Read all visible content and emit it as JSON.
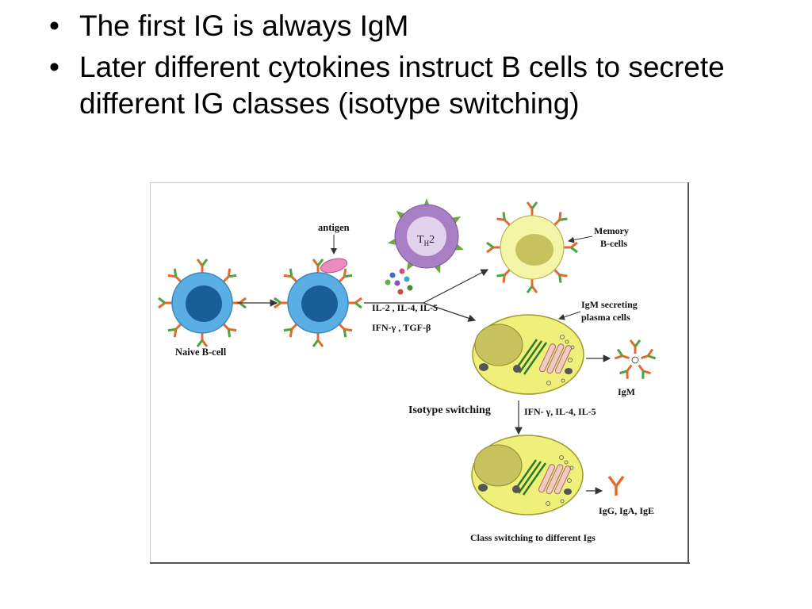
{
  "slide": {
    "bullets": [
      {
        "marker": "•",
        "text": "The first IG is always IgM"
      },
      {
        "marker": "•",
        "text": "Later different cytokines instruct B cells to secrete different IG classes (isotype switching)"
      }
    ]
  },
  "figure": {
    "antigen": "antigen",
    "th2_main": "T",
    "th2_sub": "H",
    "th2_num": "2",
    "naive": "Naive B-cell",
    "cytokines_line1": "IL-2 , IL-4, IL-5",
    "cytokines_line2": "IFN-γ , TGF-β",
    "memory_line1": "Memory",
    "memory_line2": "B-cells",
    "plasma_line1": "IgM secreting",
    "plasma_line2": "plasma cells",
    "igm": "IgM",
    "isotype": "Isotype switching",
    "switch_cytokines": "IFN- γ, IL-4, IL-5",
    "classes": "IgG, IgA, IgE",
    "caption": "Class switching to different Igs"
  },
  "colors": {
    "bcell_outer": "#5aaee4",
    "bcell_nucleus": "#1a5e96",
    "th2_outer": "#a87fc4",
    "th2_inner": "#e2d2ee",
    "plasma": "#eef07a",
    "plasma_nucleus": "#c7c25e",
    "antibody_orange": "#e36a2c",
    "antibody_green": "#4aa53a",
    "antigen": "#ea8cc0"
  }
}
